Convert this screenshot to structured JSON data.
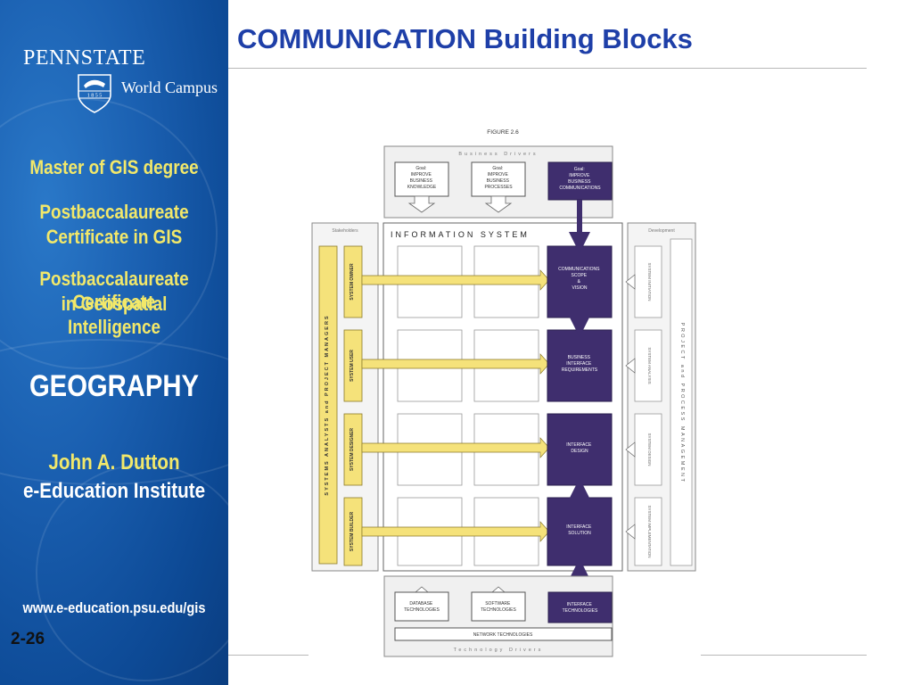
{
  "sidebar": {
    "logo_text": "PENNSTATE",
    "shield_year": "1 8 5 5",
    "campus": "World Campus",
    "program1": "Master of GIS degree",
    "program2_line1": "Postbaccalaureate",
    "program2_line2": "Certificate in GIS",
    "program3_line1": "Postbaccalaureate Certificate",
    "program3_line2": "in Geospatial Intelligence",
    "department": "GEOGRAPHY",
    "institute_line1": "John A. Dutton",
    "institute_line2": "e-Education Institute",
    "url": "www.e-education.psu.edu/gis"
  },
  "slide_number": "2-26",
  "title": "COMMUNICATION Building Blocks",
  "figure": {
    "caption": "FIGURE 2.6",
    "business_drivers": "Business Drivers",
    "technology_drivers": "Technology Drivers",
    "stakeholders": "Stakeholders",
    "development": "Development",
    "info_system": "INFORMATION SYSTEM",
    "goals": [
      [
        "Goal:",
        "IMPROVE",
        "BUSINESS",
        "KNOWLEDGE"
      ],
      [
        "Goal:",
        "IMPROVE",
        "BUSINESS",
        "PROCESSES"
      ],
      [
        "Goal:",
        "IMPROVE",
        "BUSINESS",
        "COMMUNICATIONS"
      ]
    ],
    "analysts": "SYSTEMS ANALYSTS and PROJECT MANAGERS",
    "roles": [
      "SYSTEM OWNER",
      "SYSTEM USER",
      "SYSTEM DESIGNER",
      "SYSTEM BUILDER"
    ],
    "comm_blocks": [
      [
        "COMMUNICATIONS",
        "SCOPE",
        "&",
        "VISION"
      ],
      [
        "BUSINESS",
        "INTERFACE",
        "REQUIREMENTS"
      ],
      [
        "INTERFACE",
        "DESIGN"
      ],
      [
        "INTERFACE",
        "SOLUTION"
      ]
    ],
    "phases": [
      "SYSTEM INITIATION",
      "SYSTEM ANALYSIS",
      "SYSTEM DESIGN",
      "SYSTEM IMPLEMENTATION"
    ],
    "pm_label": "PROJECT and PROCESS MANAGEMENT",
    "tech": [
      [
        "DATABASE",
        "TECHNOLOGIES"
      ],
      [
        "SOFTWARE",
        "TECHNOLOGIES"
      ],
      [
        "INTERFACE",
        "TECHNOLOGIES"
      ]
    ],
    "network": "NETWORK TECHNOLOGIES"
  },
  "colors": {
    "sidebar_blue": "#1a5fb0",
    "title_blue": "#1e3fa8",
    "accent_yellow": "#f2e86a",
    "diagram_purple": "#3f2e6e",
    "diagram_yellow": "#f5e27a"
  }
}
